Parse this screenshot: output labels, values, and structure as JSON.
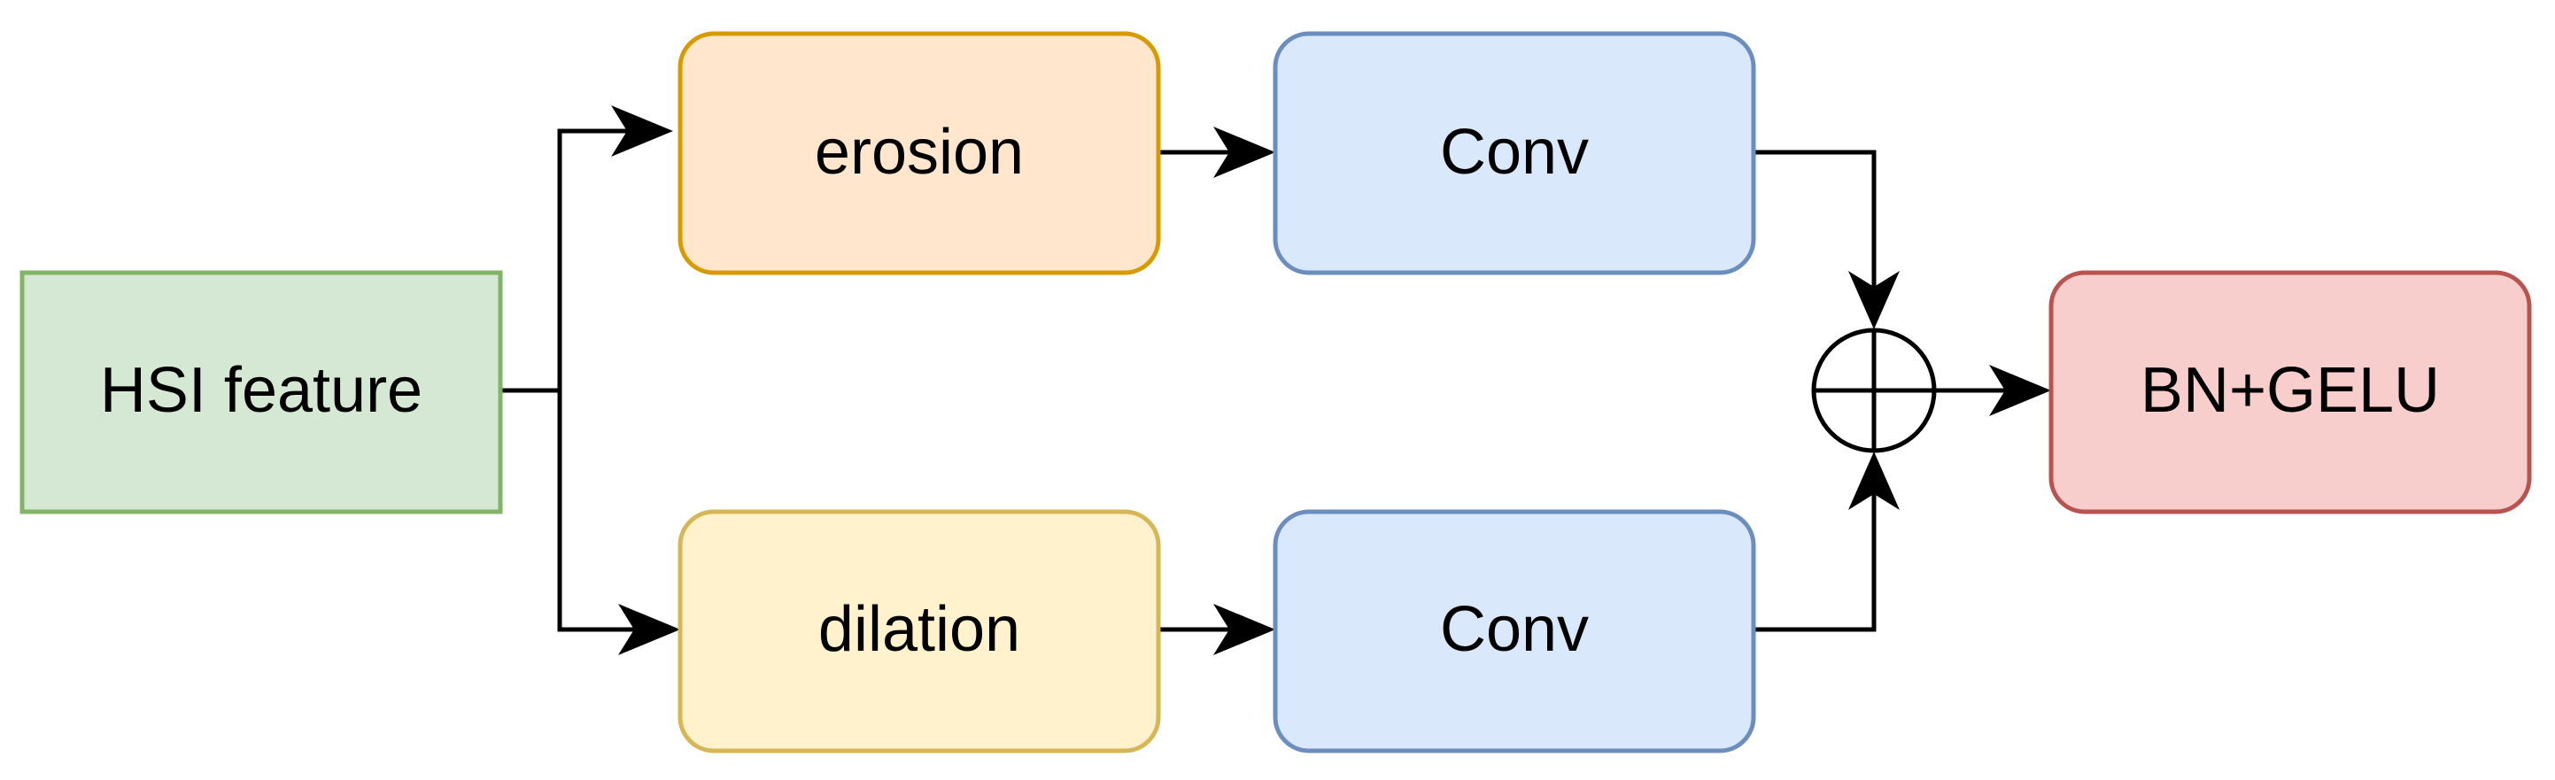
{
  "nodes": {
    "hsi_feature": {
      "label": "HSI feature",
      "fill": "#d5e8d4",
      "stroke": "#82b366"
    },
    "erosion": {
      "label": "erosion",
      "fill": "#ffe6cc",
      "stroke": "#d79b00"
    },
    "dilation": {
      "label": "dilation",
      "fill": "#fff2cc",
      "stroke": "#d6b656"
    },
    "conv_top": {
      "label": "Conv",
      "fill": "#dae8fc",
      "stroke": "#6c8ebf"
    },
    "conv_bottom": {
      "label": "Conv",
      "fill": "#dae8fc",
      "stroke": "#6c8ebf"
    },
    "bn_gelu": {
      "label": "BN+GELU",
      "fill": "#f8cecc",
      "stroke": "#b85450"
    }
  },
  "sum_node": {
    "symbol": "sum-circle-plus",
    "stroke": "#000000"
  },
  "edges": [
    {
      "from": "hsi_feature",
      "to": "erosion"
    },
    {
      "from": "hsi_feature",
      "to": "dilation"
    },
    {
      "from": "erosion",
      "to": "conv_top"
    },
    {
      "from": "dilation",
      "to": "conv_bottom"
    },
    {
      "from": "conv_top",
      "to": "sum_node"
    },
    {
      "from": "conv_bottom",
      "to": "sum_node"
    },
    {
      "from": "sum_node",
      "to": "bn_gelu"
    }
  ]
}
